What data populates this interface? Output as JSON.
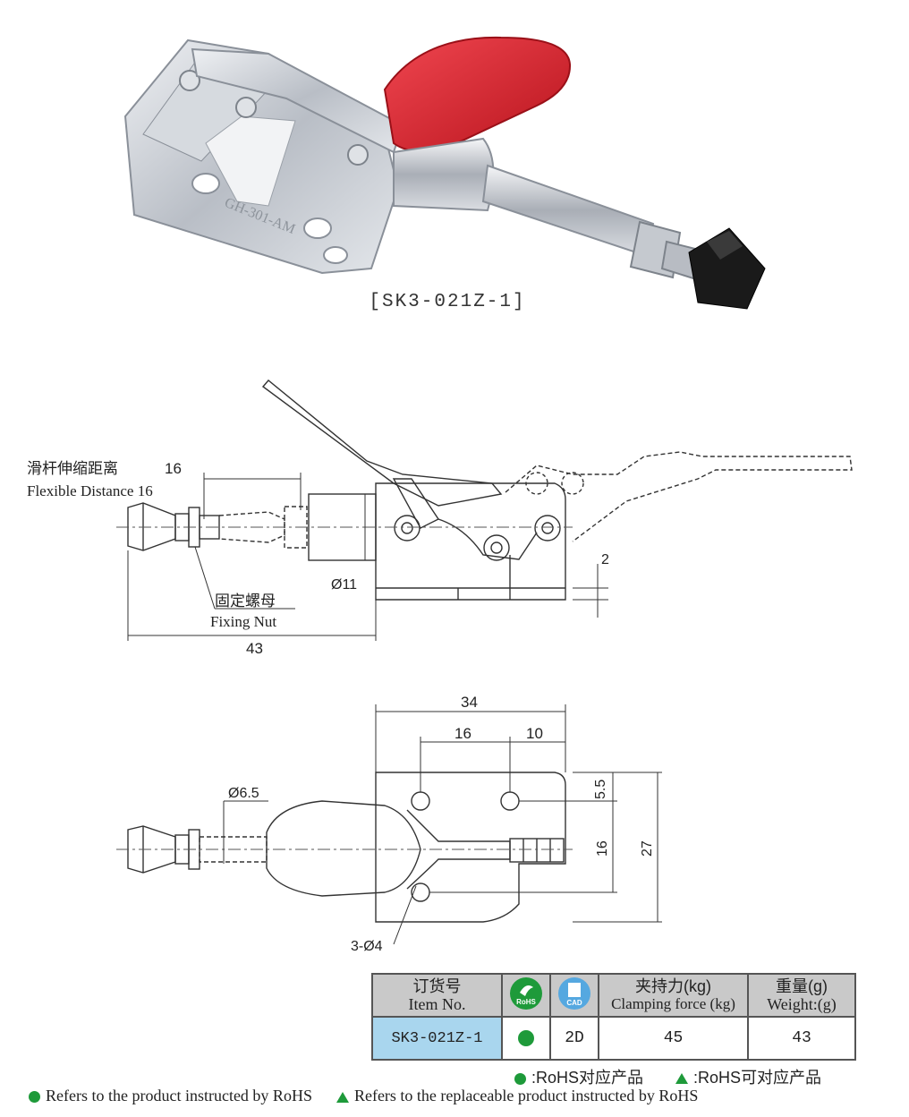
{
  "product": {
    "caption": "[SK3-021Z-1]",
    "body_marking": "GH-301-AM"
  },
  "side_view": {
    "flex_label_cn": "滑杆伸缩距离",
    "flex_value": "16",
    "flex_label_en": "Flexible Distance 16",
    "nut_label_cn": "固定螺母",
    "nut_label_en": "Fixing Nut",
    "dia_label": "Ø11",
    "offset_label": "2",
    "length_label": "43"
  },
  "top_view": {
    "width_label": "34",
    "hole_span_label": "16",
    "hole_edge_label": "10",
    "rod_dia_label": "Ø6.5",
    "top_offset_label": "5.5",
    "vertical_span_label": "16",
    "height_label": "27",
    "holes_label": "3-Ø4"
  },
  "table": {
    "headers": {
      "item_cn": "订货号",
      "item_en": "Item No.",
      "rohs_icon": "RoHS",
      "cad_icon": "CAD",
      "force_cn": "夹持力(kg)",
      "force_en": "Clamping force (kg)",
      "weight_cn": "重量(g)",
      "weight_en": "Weight:(g)"
    },
    "row": {
      "item": "SK3-021Z-1",
      "rohs": "●",
      "cad": "2D",
      "force": "45",
      "weight": "43"
    }
  },
  "legend": {
    "dot_cn": ":RoHS对应产品",
    "tri_cn": ":RoHS可对应产品",
    "dot_en": "Refers to the product instructed by RoHS",
    "tri_en": "Refers to the replaceable product instructed by RoHS"
  },
  "colors": {
    "handle_red": "#d8202a",
    "rubber_black": "#1a1a1a",
    "metal_silver": "#c8ccd2",
    "item_cell": "#a9d6ee",
    "header_gray": "#c9c9c9",
    "rohs_green": "#1e9a3a",
    "cad_blue": "#55a8e0"
  }
}
